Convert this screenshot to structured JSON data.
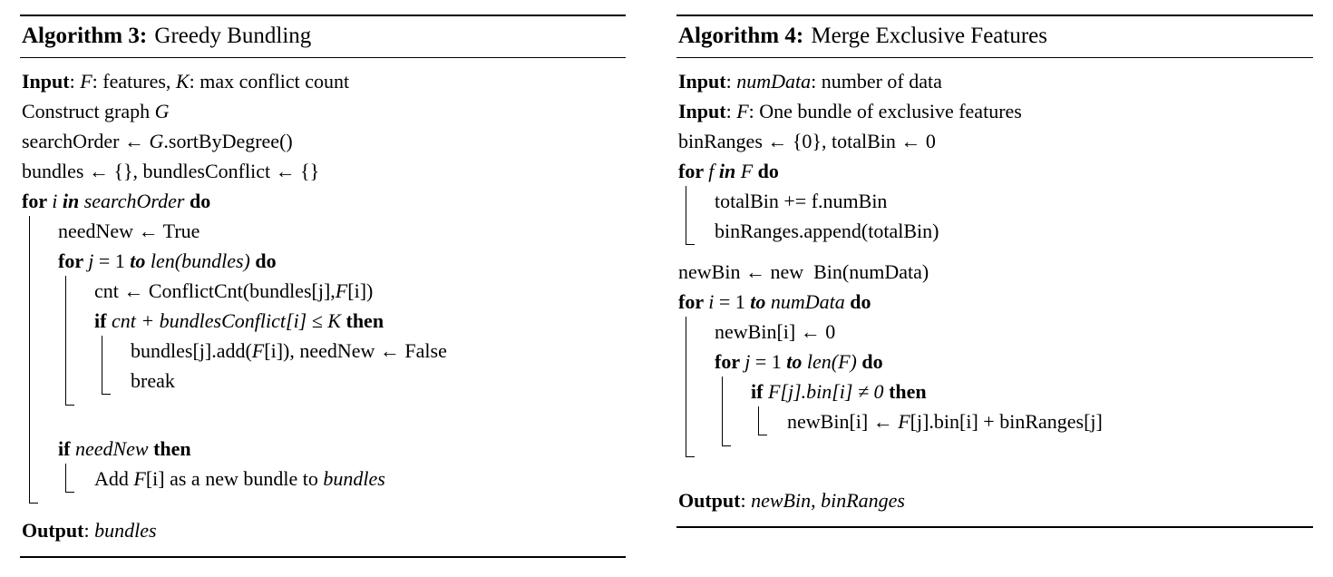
{
  "algorithms": [
    {
      "title_label": "Algorithm 3:",
      "title_text": "Greedy Bundling",
      "nodes": [
        {
          "t": "l",
          "s": [
            [
              "b",
              "Input"
            ],
            [
              "n",
              ": "
            ],
            [
              "i",
              "F"
            ],
            [
              "n",
              ": features, "
            ],
            [
              "i",
              "K"
            ],
            [
              "n",
              ": max conflict count"
            ]
          ]
        },
        {
          "t": "l",
          "s": [
            [
              "n",
              "Construct graph "
            ],
            [
              "i",
              "G"
            ]
          ]
        },
        {
          "t": "l",
          "s": [
            [
              "n",
              "searchOrder ← "
            ],
            [
              "i",
              "G"
            ],
            [
              "n",
              ".sortByDegree()"
            ]
          ]
        },
        {
          "t": "l",
          "s": [
            [
              "n",
              "bundles ← {}, bundlesConflict ← {}"
            ]
          ]
        },
        {
          "t": "l",
          "s": [
            [
              "b",
              "for "
            ],
            [
              "i",
              "i"
            ],
            [
              "bi",
              " in "
            ],
            [
              "i",
              "searchOrder"
            ],
            [
              "b",
              " do"
            ]
          ]
        },
        {
          "t": "b",
          "c": [
            {
              "t": "l",
              "s": [
                [
                  "n",
                  "needNew ← True"
                ]
              ]
            },
            {
              "t": "l",
              "s": [
                [
                  "b",
                  "for "
                ],
                [
                  "i",
                  "j"
                ],
                [
                  "n",
                  " = 1 "
                ],
                [
                  "bi",
                  "to"
                ],
                [
                  "n",
                  " "
                ],
                [
                  "i",
                  "len(bundles)"
                ],
                [
                  "b",
                  " do"
                ]
              ]
            },
            {
              "t": "b",
              "c": [
                {
                  "t": "l",
                  "s": [
                    [
                      "n",
                      "cnt ← ConflictCnt(bundles[j],"
                    ],
                    [
                      "i",
                      "F"
                    ],
                    [
                      "n",
                      "[i])"
                    ]
                  ]
                },
                {
                  "t": "l",
                  "s": [
                    [
                      "b",
                      "if "
                    ],
                    [
                      "i",
                      "cnt + bundlesConflict[i] ≤ K"
                    ],
                    [
                      "b",
                      " then"
                    ]
                  ]
                },
                {
                  "t": "b",
                  "c": [
                    {
                      "t": "l",
                      "s": [
                        [
                          "n",
                          "bundles[j].add("
                        ],
                        [
                          "i",
                          "F"
                        ],
                        [
                          "n",
                          "[i]), needNew ← False"
                        ]
                      ]
                    },
                    {
                      "t": "l",
                      "s": [
                        [
                          "n",
                          "break"
                        ]
                      ]
                    }
                  ]
                }
              ]
            },
            {
              "t": "g"
            },
            {
              "t": "l",
              "s": [
                [
                  "b",
                  "if "
                ],
                [
                  "i",
                  "needNew"
                ],
                [
                  "b",
                  " then"
                ]
              ]
            },
            {
              "t": "b",
              "c": [
                {
                  "t": "l",
                  "s": [
                    [
                      "n",
                      "Add "
                    ],
                    [
                      "i",
                      "F"
                    ],
                    [
                      "n",
                      "[i] as a new bundle to "
                    ],
                    [
                      "i",
                      "bundles"
                    ]
                  ]
                }
              ]
            }
          ]
        },
        {
          "t": "l",
          "s": [
            [
              "b",
              "Output"
            ],
            [
              "n",
              ": "
            ],
            [
              "i",
              "bundles"
            ]
          ]
        }
      ]
    },
    {
      "title_label": "Algorithm 4:",
      "title_text": "Merge Exclusive Features",
      "nodes": [
        {
          "t": "l",
          "s": [
            [
              "b",
              "Input"
            ],
            [
              "n",
              ": "
            ],
            [
              "i",
              "numData"
            ],
            [
              "n",
              ": number of data"
            ]
          ]
        },
        {
          "t": "l",
          "s": [
            [
              "b",
              "Input"
            ],
            [
              "n",
              ": "
            ],
            [
              "i",
              "F"
            ],
            [
              "n",
              ": One bundle of exclusive features"
            ]
          ]
        },
        {
          "t": "l",
          "s": [
            [
              "n",
              "binRanges ← {0}, totalBin ← 0"
            ]
          ]
        },
        {
          "t": "l",
          "s": [
            [
              "b",
              "for "
            ],
            [
              "i",
              "f"
            ],
            [
              "bi",
              " in "
            ],
            [
              "i",
              "F"
            ],
            [
              "b",
              " do"
            ]
          ]
        },
        {
          "t": "b",
          "c": [
            {
              "t": "l",
              "s": [
                [
                  "n",
                  "totalBin += f.numBin"
                ]
              ]
            },
            {
              "t": "l",
              "s": [
                [
                  "n",
                  "binRanges.append(totalBin)"
                ]
              ]
            }
          ]
        },
        {
          "t": "l",
          "s": [
            [
              "n",
              "newBin ← new  Bin(numData)"
            ]
          ]
        },
        {
          "t": "l",
          "s": [
            [
              "b",
              "for "
            ],
            [
              "i",
              "i"
            ],
            [
              "n",
              " = 1 "
            ],
            [
              "bi",
              "to"
            ],
            [
              "n",
              " "
            ],
            [
              "i",
              "numData"
            ],
            [
              "b",
              " do"
            ]
          ]
        },
        {
          "t": "b",
          "c": [
            {
              "t": "l",
              "s": [
                [
                  "n",
                  "newBin[i] ← 0"
                ]
              ]
            },
            {
              "t": "l",
              "s": [
                [
                  "b",
                  "for "
                ],
                [
                  "i",
                  "j"
                ],
                [
                  "n",
                  " = 1 "
                ],
                [
                  "bi",
                  "to"
                ],
                [
                  "n",
                  " "
                ],
                [
                  "i",
                  "len(F)"
                ],
                [
                  "b",
                  " do"
                ]
              ]
            },
            {
              "t": "b",
              "c": [
                {
                  "t": "l",
                  "s": [
                    [
                      "b",
                      "if "
                    ],
                    [
                      "i",
                      "F[j].bin[i] ≠ 0"
                    ],
                    [
                      "b",
                      " then"
                    ]
                  ]
                },
                {
                  "t": "b",
                  "c": [
                    {
                      "t": "l",
                      "s": [
                        [
                          "n",
                          "newBin[i] ← "
                        ],
                        [
                          "i",
                          "F"
                        ],
                        [
                          "n",
                          "[j].bin[i] + binRanges[j]"
                        ]
                      ]
                    }
                  ]
                }
              ]
            }
          ]
        },
        {
          "t": "g"
        },
        {
          "t": "l",
          "s": [
            [
              "b",
              "Output"
            ],
            [
              "n",
              ": "
            ],
            [
              "i",
              "newBin"
            ],
            [
              "n",
              ", "
            ],
            [
              "i",
              "binRanges"
            ]
          ]
        }
      ]
    }
  ]
}
